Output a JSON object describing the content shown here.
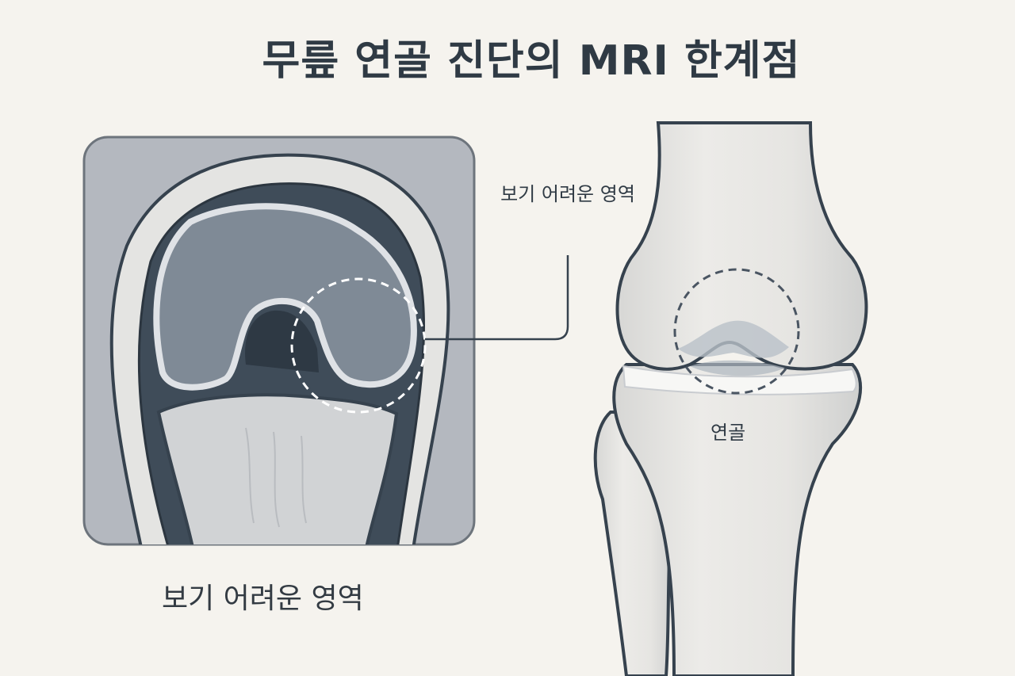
{
  "title": "무릎 연골 진단의 MRI 한계점",
  "labels": {
    "callout": "보기 어려운 영역",
    "bottom": "보기 어려운 영역",
    "cartilage": "연골"
  },
  "colors": {
    "background": "#f5f3ee",
    "outline": "#36424e",
    "mri_panel": "#b4b8bf",
    "mri_dark": "#3f4c59",
    "mri_mid": "#7f8a96",
    "bone_light": "#e9e8e4",
    "cartilage_tint": "#c2c8cf",
    "text": "#2f3a44"
  }
}
